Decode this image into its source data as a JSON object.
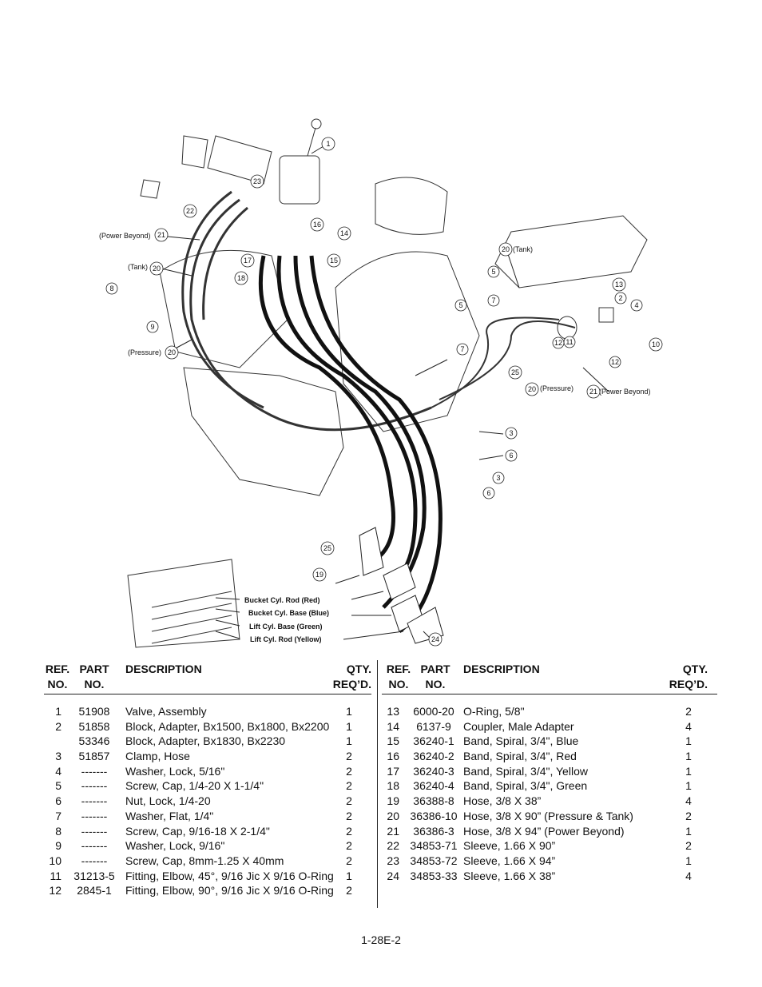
{
  "diagram": {
    "callouts": {
      "power_beyond_left": "(Power Beyond)",
      "tank_left": "(Tank)",
      "pressure_left": "(Pressure)",
      "tank_right": "(Tank)",
      "pressure_right": "(Pressure)",
      "power_beyond_right": "(Power Beyond)",
      "bucket_rod": "Bucket Cyl. Rod (Red)",
      "bucket_base": "Bucket Cyl. Base (Blue)",
      "lift_base": "Lift Cyl. Base (Green)",
      "lift_rod": "Lift Cyl. Rod (Yellow)"
    },
    "numbers": {
      "n1": "1",
      "n2": "2",
      "n3a": "3",
      "n3b": "3",
      "n4": "4",
      "n5a": "5",
      "n5b": "5",
      "n6a": "6",
      "n6b": "6",
      "n7a": "7",
      "n7b": "7",
      "n8": "8",
      "n9": "9",
      "n10": "10",
      "n11": "11",
      "n12a": "12",
      "n12b": "12",
      "n13": "13",
      "n14": "14",
      "n15": "15",
      "n16": "16",
      "n17": "17",
      "n18": "18",
      "n19": "19",
      "n20a": "20",
      "n20b": "20",
      "n20c": "20",
      "n20d": "20",
      "n21a": "21",
      "n21b": "21",
      "n22": "22",
      "n23": "23",
      "n24": "24",
      "n25a": "25",
      "n25b": "25"
    }
  },
  "table_headers": {
    "ref_line1": "REF.",
    "ref_line2": "NO.",
    "part_line1": "PART",
    "part_line2": "NO.",
    "description": "DESCRIPTION",
    "qty_line1": "QTY.",
    "qty_line2": "REQ’D."
  },
  "left_rows": [
    {
      "ref": "1",
      "part": "51908",
      "desc": "Valve, Assembly",
      "qty": "1"
    },
    {
      "ref": "2",
      "part": "51858",
      "desc": "Block, Adapter, Bx1500, Bx1800, Bx2200",
      "qty": "1"
    },
    {
      "ref": "",
      "part": "53346",
      "desc": "Block, Adapter, Bx1830, Bx2230",
      "qty": "1"
    },
    {
      "ref": "3",
      "part": "51857",
      "desc": "Clamp, Hose",
      "qty": "2"
    },
    {
      "ref": "4",
      "part": "-------",
      "desc": "Washer, Lock, 5/16\"",
      "qty": "2"
    },
    {
      "ref": "5",
      "part": "-------",
      "desc": "Screw, Cap, 1/4-20 X 1-1/4\"",
      "qty": "2"
    },
    {
      "ref": "6",
      "part": "-------",
      "desc": "Nut, Lock, 1/4-20",
      "qty": "2"
    },
    {
      "ref": "7",
      "part": "-------",
      "desc": "Washer, Flat, 1/4\"",
      "qty": "2"
    },
    {
      "ref": "8",
      "part": "-------",
      "desc": " Screw, Cap, 9/16-18 X 2-1/4\"",
      "qty": "2"
    },
    {
      "ref": "9",
      "part": "-------",
      "desc": "Washer, Lock, 9/16\"",
      "qty": "2"
    },
    {
      "ref": "10",
      "part": "-------",
      "desc": "Screw, Cap, 8mm-1.25 X 40mm",
      "qty": "2"
    },
    {
      "ref": "11",
      "part": "31213-5",
      "desc": "Fitting, Elbow, 45°, 9/16 Jic X 9/16 O-Ring",
      "qty": "1"
    },
    {
      "ref": "12",
      "part": "2845-1",
      "desc": "Fitting, Elbow, 90°, 9/16 Jic X 9/16 O-Ring",
      "qty": "2"
    }
  ],
  "right_rows": [
    {
      "ref": "13",
      "part": "6000-20",
      "desc": "O-Ring, 5/8\"",
      "qty": "2"
    },
    {
      "ref": "14",
      "part": "6137-9",
      "desc": "Coupler, Male Adapter",
      "qty": "4"
    },
    {
      "ref": "15",
      "part": "36240-1",
      "desc": "Band, Spiral, 3/4\", Blue",
      "qty": "1"
    },
    {
      "ref": "16",
      "part": "36240-2",
      "desc": "Band, Spiral, 3/4\", Red",
      "qty": "1"
    },
    {
      "ref": "17",
      "part": "36240-3",
      "desc": "Band, Spiral, 3/4\", Yellow",
      "qty": "1"
    },
    {
      "ref": "18",
      "part": "36240-4",
      "desc": "Band, Spiral, 3/4\", Green",
      "qty": "1"
    },
    {
      "ref": "19",
      "part": "36388-8",
      "desc": "Hose, 3/8 X 38”",
      "qty": "4"
    },
    {
      "ref": "20",
      "part": "36386-10",
      "desc": "Hose, 3/8 X 90” (Pressure & Tank)",
      "qty": "2"
    },
    {
      "ref": "21",
      "part": "36386-3",
      "desc": "Hose, 3/8 X 94” (Power Beyond)",
      "qty": "1"
    },
    {
      "ref": "22",
      "part": "34853-71",
      "desc": "Sleeve, 1.66 X 90”",
      "qty": "2"
    },
    {
      "ref": "23",
      "part": "34853-72",
      "desc": "Sleeve, 1.66 X 94”",
      "qty": "1"
    },
    {
      "ref": "24",
      "part": "34853-33",
      "desc": "Sleeve, 1.66 X 38”",
      "qty": "4"
    }
  ],
  "page_number": "1-28E-2"
}
